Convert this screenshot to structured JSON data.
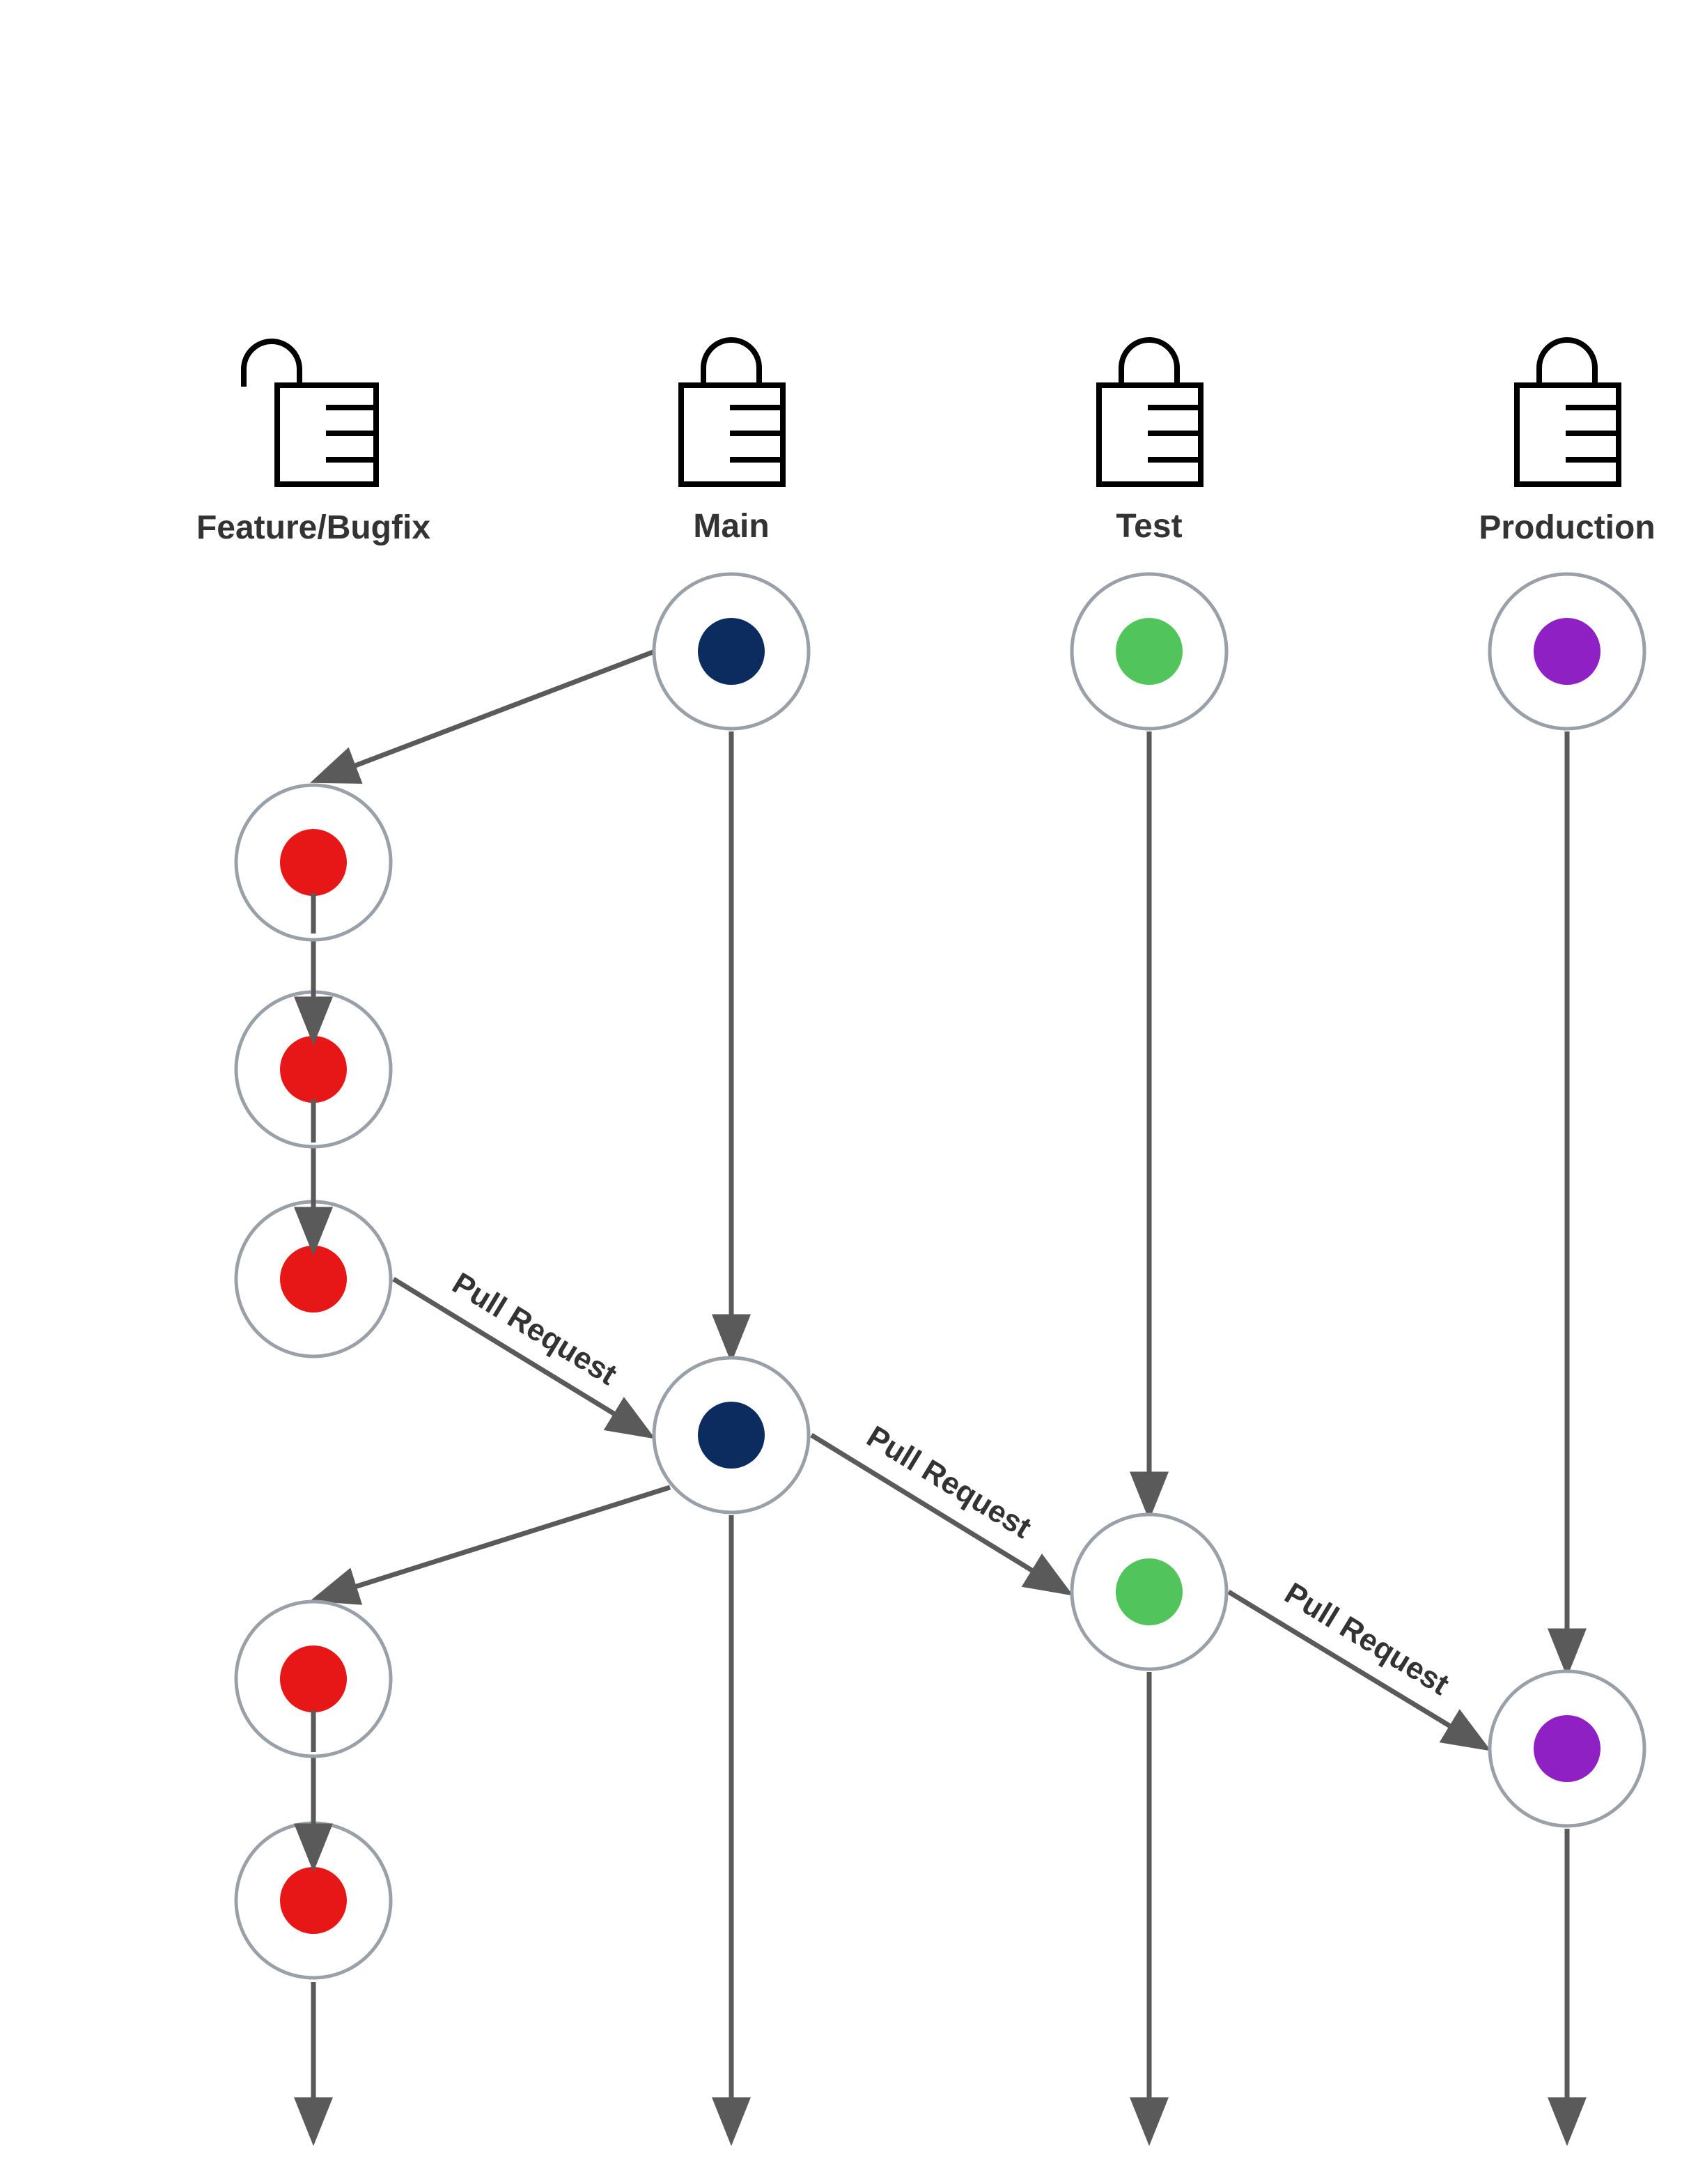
{
  "branches": [
    {
      "name": "Feature/Bugfix",
      "lock": "unlocked",
      "icon": "unlocked-lock-icon",
      "color": "#e81717"
    },
    {
      "name": "Main",
      "lock": "locked",
      "icon": "locked-lock-icon",
      "color": "#0c2c60"
    },
    {
      "name": "Test",
      "lock": "locked",
      "icon": "locked-lock-icon",
      "color": "#52c45c"
    },
    {
      "name": "Production",
      "lock": "locked",
      "icon": "locked-lock-icon",
      "color": "#8e20c4"
    }
  ],
  "edge_color": "#5a5a5a",
  "ring_color": "#9aa0a8",
  "pull_request_label": "Pull Request"
}
